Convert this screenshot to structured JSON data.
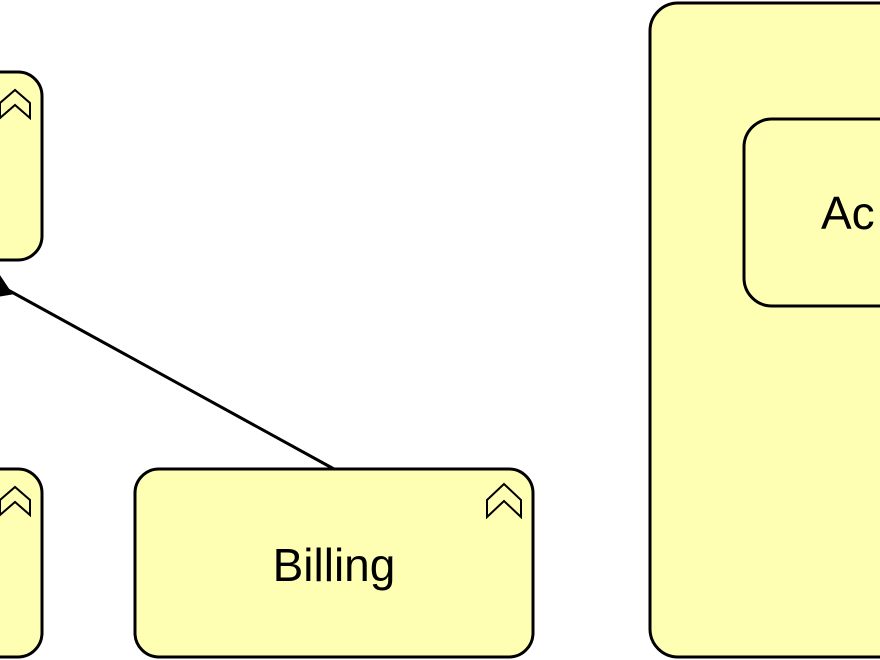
{
  "diagram": {
    "nodes": [
      {
        "id": "top-left",
        "label": ""
      },
      {
        "id": "bottom-left",
        "label": ""
      },
      {
        "id": "billing",
        "label": "Billing"
      },
      {
        "id": "right-container",
        "label": ""
      },
      {
        "id": "right-inner",
        "label": "Ac"
      }
    ],
    "edges": [
      {
        "from": "billing",
        "to": "top-left",
        "style": "solid",
        "arrow": "filled-triangle"
      }
    ],
    "colors": {
      "node_fill": "#ffffb3",
      "stroke": "#000000",
      "background": "#ffffff"
    },
    "icons": [
      "chevron-up-icon"
    ]
  }
}
